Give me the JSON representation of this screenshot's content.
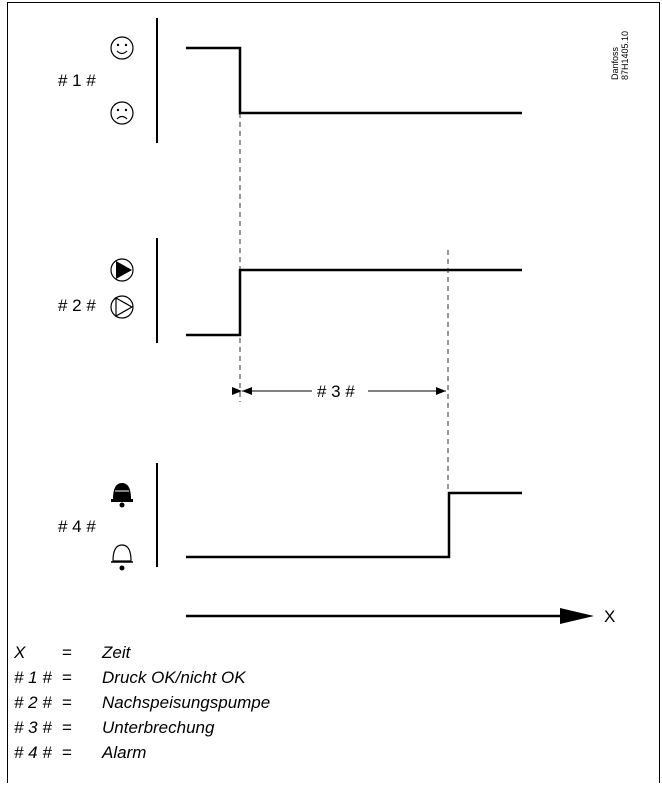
{
  "diagram": {
    "labels": {
      "signal1": "# 1 #",
      "signal2": "# 2 #",
      "interval": "# 3 #",
      "signal4": "# 4 #",
      "x_axis": "X"
    },
    "brand": {
      "name": "Danfoss",
      "code": "87H1405.10"
    },
    "icons": {
      "signal1_high": "happy-face-icon",
      "signal1_low": "sad-face-icon",
      "signal2_high": "pump-on-icon",
      "signal2_low": "pump-off-icon",
      "signal4_high": "alarm-bell-on-icon",
      "signal4_low": "alarm-bell-off-icon"
    }
  },
  "legend": [
    {
      "key": "X",
      "eq": "=",
      "desc": "Zeit"
    },
    {
      "key": "# 1 #",
      "eq": "=",
      "desc": "Druck OK/nicht OK"
    },
    {
      "key": "# 2 #",
      "eq": "=",
      "desc": "Nachspeisungspumpe"
    },
    {
      "key": "# 3 #",
      "eq": "=",
      "desc": "Unterbrechung"
    },
    {
      "key": "# 4 #",
      "eq": "=",
      "desc": "Alarm"
    }
  ]
}
